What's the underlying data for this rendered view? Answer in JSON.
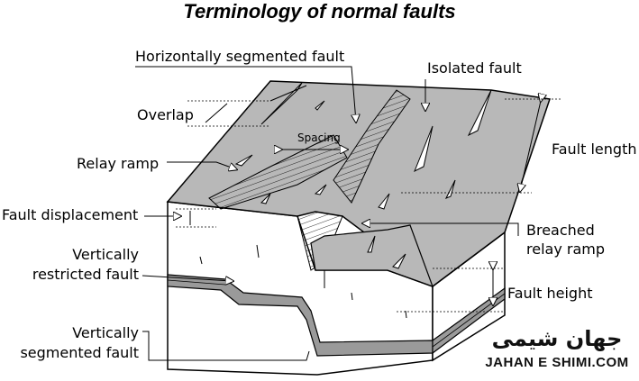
{
  "title": "Terminology of normal faults",
  "labels": {
    "horizontally_segmented_fault": "Horizontally segmented fault",
    "isolated_fault": "Isolated fault",
    "overlap": "Overlap",
    "spacing": "Spacing",
    "relay_ramp": "Relay ramp",
    "fault_length": "Fault length",
    "fault_displacement": "Fault displacement",
    "breached_relay_ramp_line1": "Breached",
    "breached_relay_ramp_line2": "relay ramp",
    "vertically_restricted_fault_line1": "Vertically",
    "vertically_restricted_fault_line2": "restricted fault",
    "fault_height": "Fault height",
    "vertically_segmented_fault_line1": "Vertically",
    "vertically_segmented_fault_line2": "segmented fault"
  },
  "watermark": {
    "persian_text": "جهان شیمی",
    "latin_text": "JAHAN E SHIMI.COM"
  },
  "colors": {
    "surface": "#b8b8b8",
    "block": "#ffffff",
    "stratum": "#9a9a9a",
    "outline": "#000000"
  }
}
